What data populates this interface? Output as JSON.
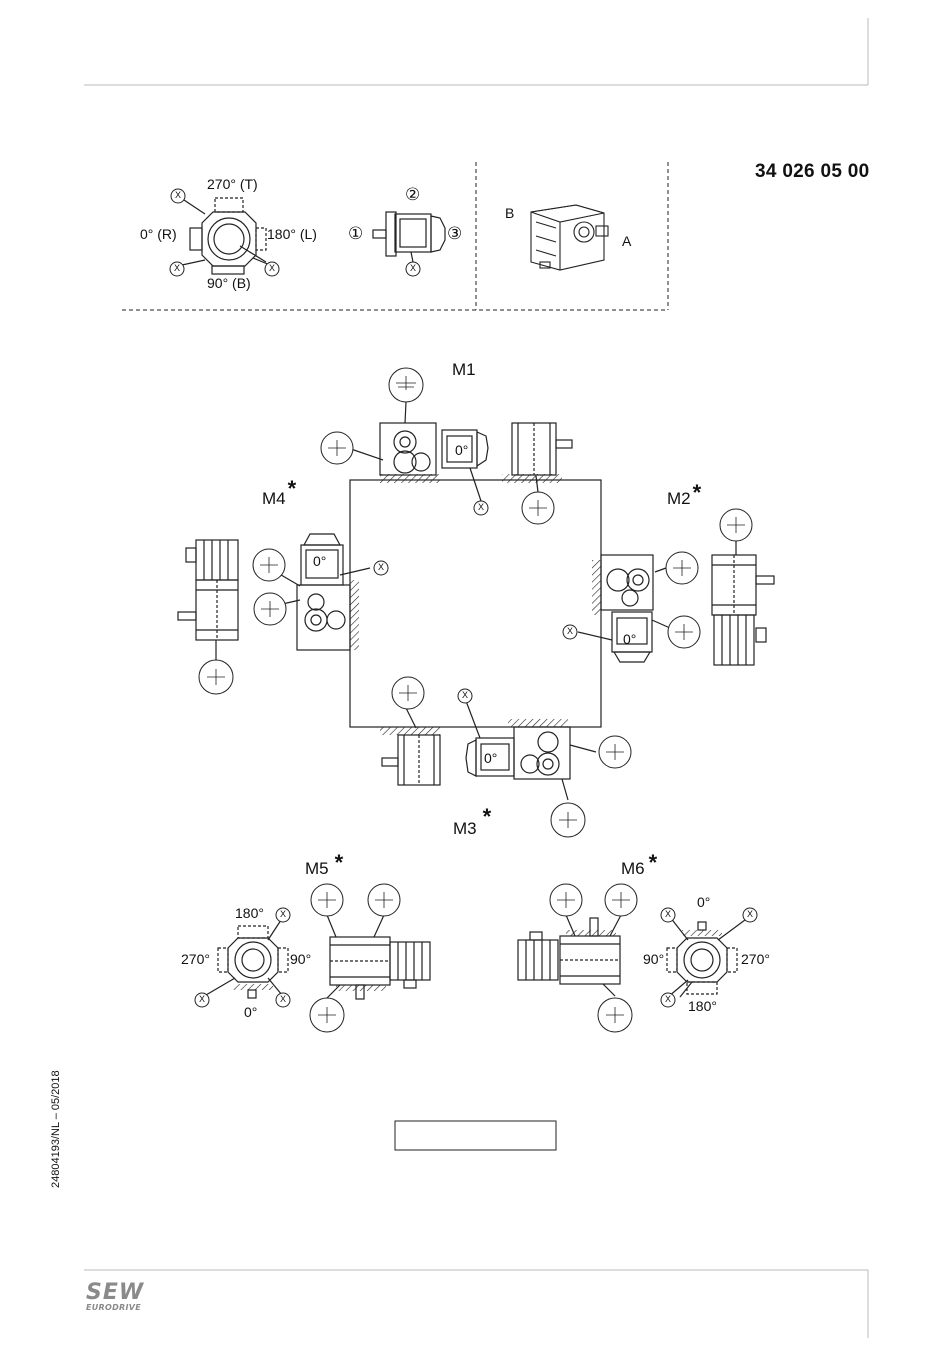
{
  "document_number": "34 026 05 00",
  "side_reference": "24804193/NL – 05/2018",
  "logo": {
    "brand": "SEW",
    "sub": "EURODRIVE",
    "color": "#8a8a8a"
  },
  "top_legend": {
    "angle_top": "270° (T)",
    "angle_left": "0° (R)",
    "angle_right": "180° (L)",
    "angle_bottom": "90° (B)",
    "circle_1": "①",
    "circle_2": "②",
    "circle_3": "③",
    "side_a": "A",
    "side_b": "B"
  },
  "vent_marker": "X",
  "motor_angle": "0°",
  "positions": {
    "m1": {
      "label": "M1",
      "star": ""
    },
    "m2": {
      "label": "M2",
      "star": "*"
    },
    "m3": {
      "label": "M3",
      "star": "*"
    },
    "m4": {
      "label": "M4",
      "star": "*"
    },
    "m5": {
      "label": "M5",
      "star": "*",
      "angles": {
        "top": "180°",
        "left": "270°",
        "right": "90°",
        "bottom": "0°"
      }
    },
    "m6": {
      "label": "M6",
      "star": "*",
      "angles": {
        "top": "0°",
        "left": "90°",
        "right": "270°",
        "bottom": "180°"
      }
    }
  }
}
